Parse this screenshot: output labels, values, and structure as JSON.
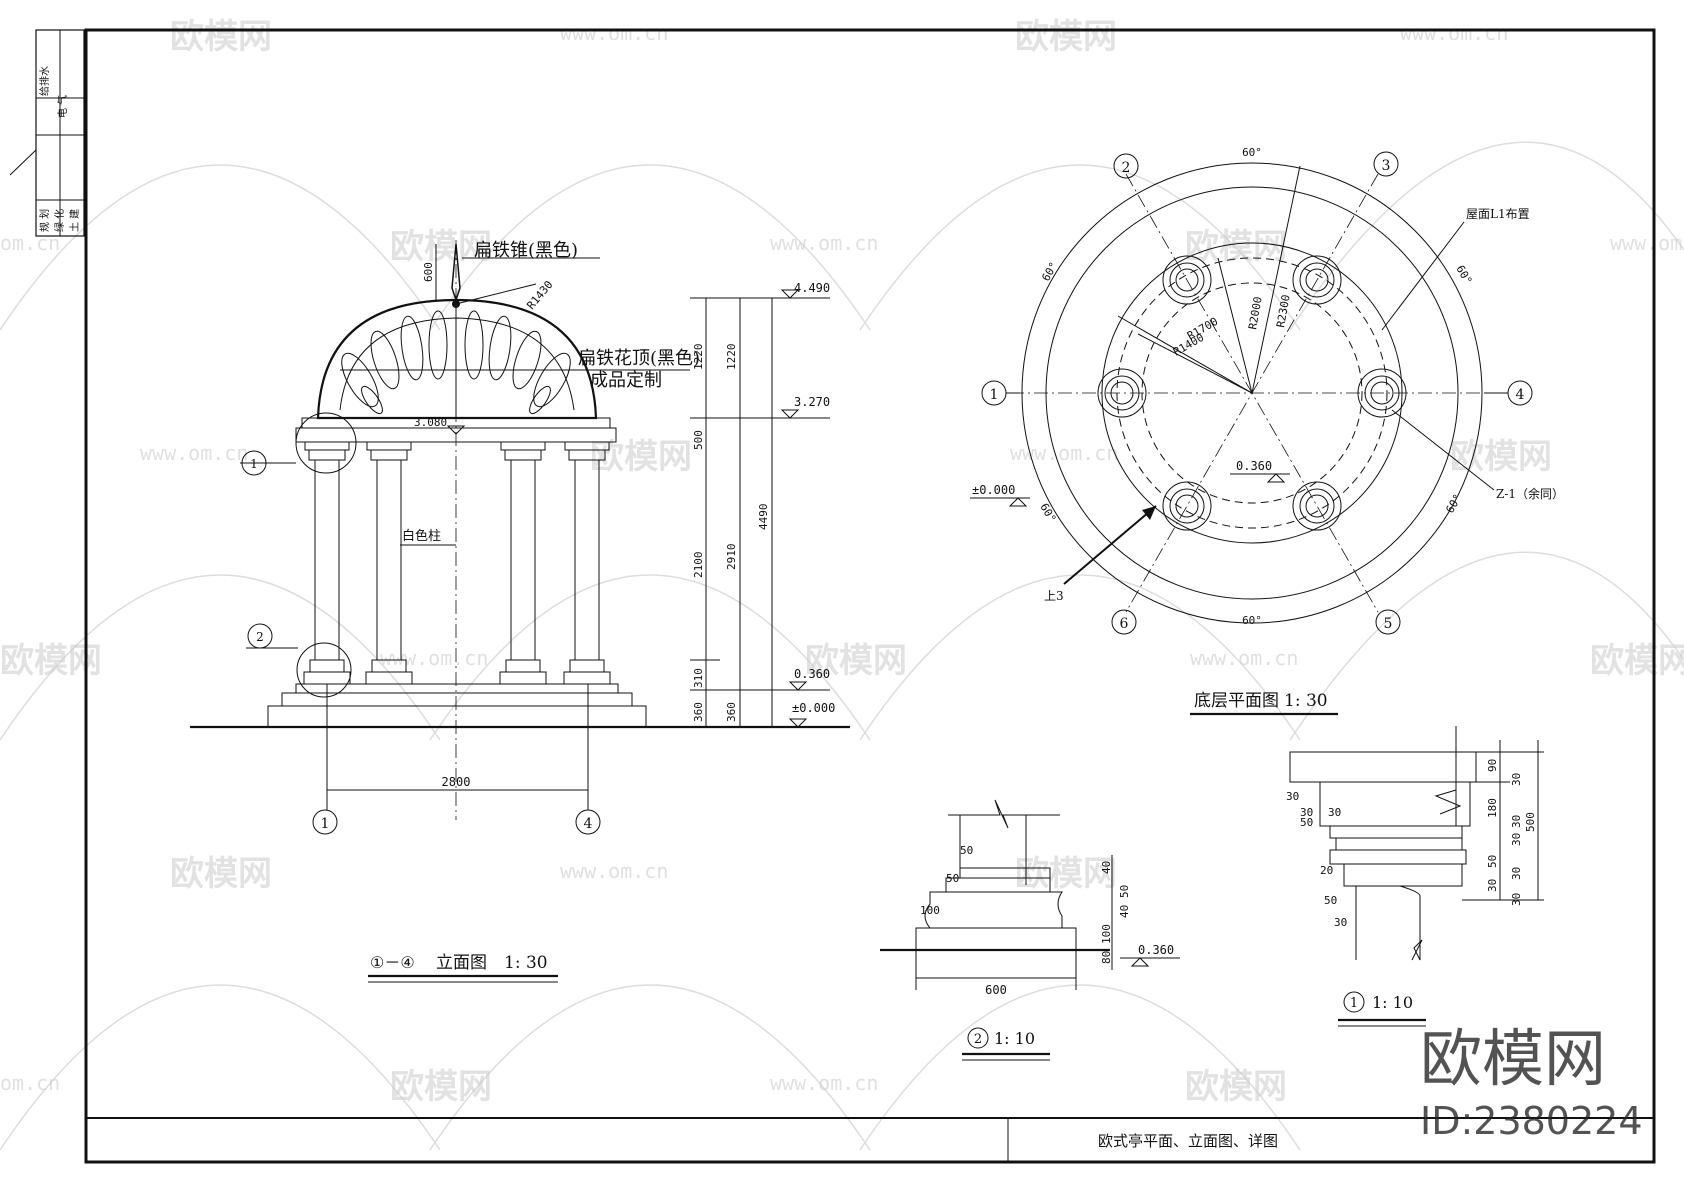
{
  "title_block": {
    "side_cells": [
      "给排水",
      "电 气",
      "规 划",
      "绿 化",
      "土 建"
    ],
    "drawing_title": "欧式亭平面、立面图、详图"
  },
  "watermark": {
    "brand": "欧模网",
    "url": "www.om.cn",
    "url_alt": "om.cn",
    "id_label": "ID:2380224"
  },
  "elevation": {
    "title_prefix": "①－④",
    "title": "立面图",
    "scale": "1: 30",
    "notes": {
      "spire": "扁铁锥(黑色)",
      "dome": "扁铁花顶(黑色)",
      "dome_sub": "成品定制",
      "column": "白色柱",
      "radius": "R1430"
    },
    "levels": [
      "4.490",
      "3.270",
      "3.080",
      "0.360",
      "±0.000"
    ],
    "dims_vertical": [
      "600",
      "1220",
      "500",
      "2100",
      "2910",
      "4490",
      "310",
      "360",
      "360"
    ],
    "dim_span": "2800",
    "axes": [
      "1",
      "4"
    ],
    "detail_refs": [
      "1",
      "2"
    ]
  },
  "plan": {
    "title": "底层平面图",
    "scale": "1: 30",
    "axes": [
      "1",
      "2",
      "3",
      "4",
      "5",
      "6"
    ],
    "angles": [
      "60°",
      "60°",
      "60°",
      "60°",
      "60°",
      "60°"
    ],
    "radii": [
      "R1700",
      "R1400",
      "R2000",
      "R2300"
    ],
    "level_center": "0.360",
    "level_outside": "±0.000",
    "note_roof": "屋面L1布置",
    "note_column": "Z-1（余同）",
    "note_step": "上3"
  },
  "detail2": {
    "ref": "2",
    "scale": "1: 10",
    "dims": [
      "50",
      "50",
      "100",
      "600",
      "40",
      "50",
      "40",
      "100",
      "80"
    ],
    "level": "0.360"
  },
  "detail1": {
    "ref": "1",
    "scale": "1: 10",
    "dims_left": [
      "30",
      "30",
      "30",
      "50",
      "20",
      "50",
      "30"
    ],
    "dims_right": [
      "90",
      "30",
      "180",
      "30",
      "30",
      "50",
      "30",
      "30",
      "30",
      "500"
    ]
  }
}
